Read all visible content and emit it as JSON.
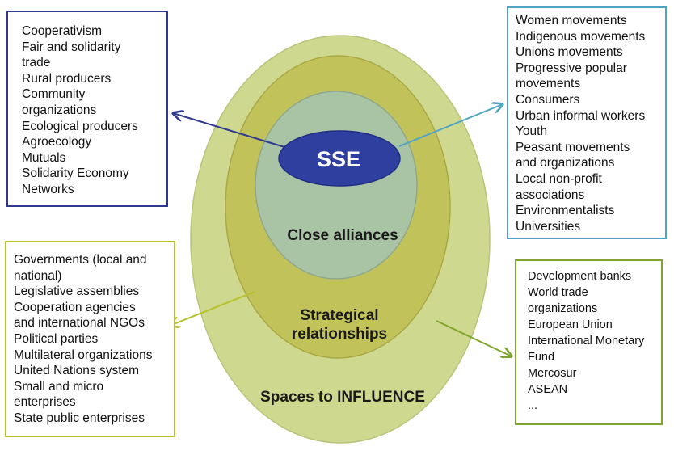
{
  "center": {
    "core": "SSE",
    "ring1": "Close alliances",
    "ring2_line1": "Strategical",
    "ring2_line2": "relationships",
    "ring3": "Spaces to INFLUENCE"
  },
  "colors": {
    "outer": "#cfd88f",
    "middle": "#c2c25a",
    "inner": "#a9c3a5",
    "core": "#2f3fa0",
    "box_top_left": "#2f3a8f",
    "box_top_right": "#4fa3c3",
    "box_bottom_left": "#b7c12a",
    "box_bottom_right": "#7ea52c"
  },
  "boxes": {
    "top_left": [
      "Cooperativism",
      "Fair and solidarity",
      "trade",
      "Rural producers",
      "Community",
      "organizations",
      "Ecological producers",
      "Agroecology",
      "Mutuals",
      "Solidarity Economy",
      "Networks"
    ],
    "top_right": [
      "Women movements",
      "Indigenous movements",
      "Unions movements",
      "Progressive popular",
      "movements",
      "Consumers",
      "Urban informal workers",
      "Youth",
      "Peasant movements",
      "and organizations",
      "Local non-profit",
      "associations",
      "Environmentalists",
      "Universities"
    ],
    "bottom_left": [
      "Governments (local and",
      "national)",
      "Legislative assemblies",
      "Cooperation agencies",
      "and international NGOs",
      "Political parties",
      "Multilateral organizations",
      "United Nations system",
      "Small and micro",
      "enterprises",
      "State public enterprises"
    ],
    "bottom_right": [
      "Development banks",
      "World trade",
      "organizations",
      "European Union",
      "International Monetary",
      "Fund",
      "Mercosur",
      "ASEAN",
      "..."
    ]
  }
}
